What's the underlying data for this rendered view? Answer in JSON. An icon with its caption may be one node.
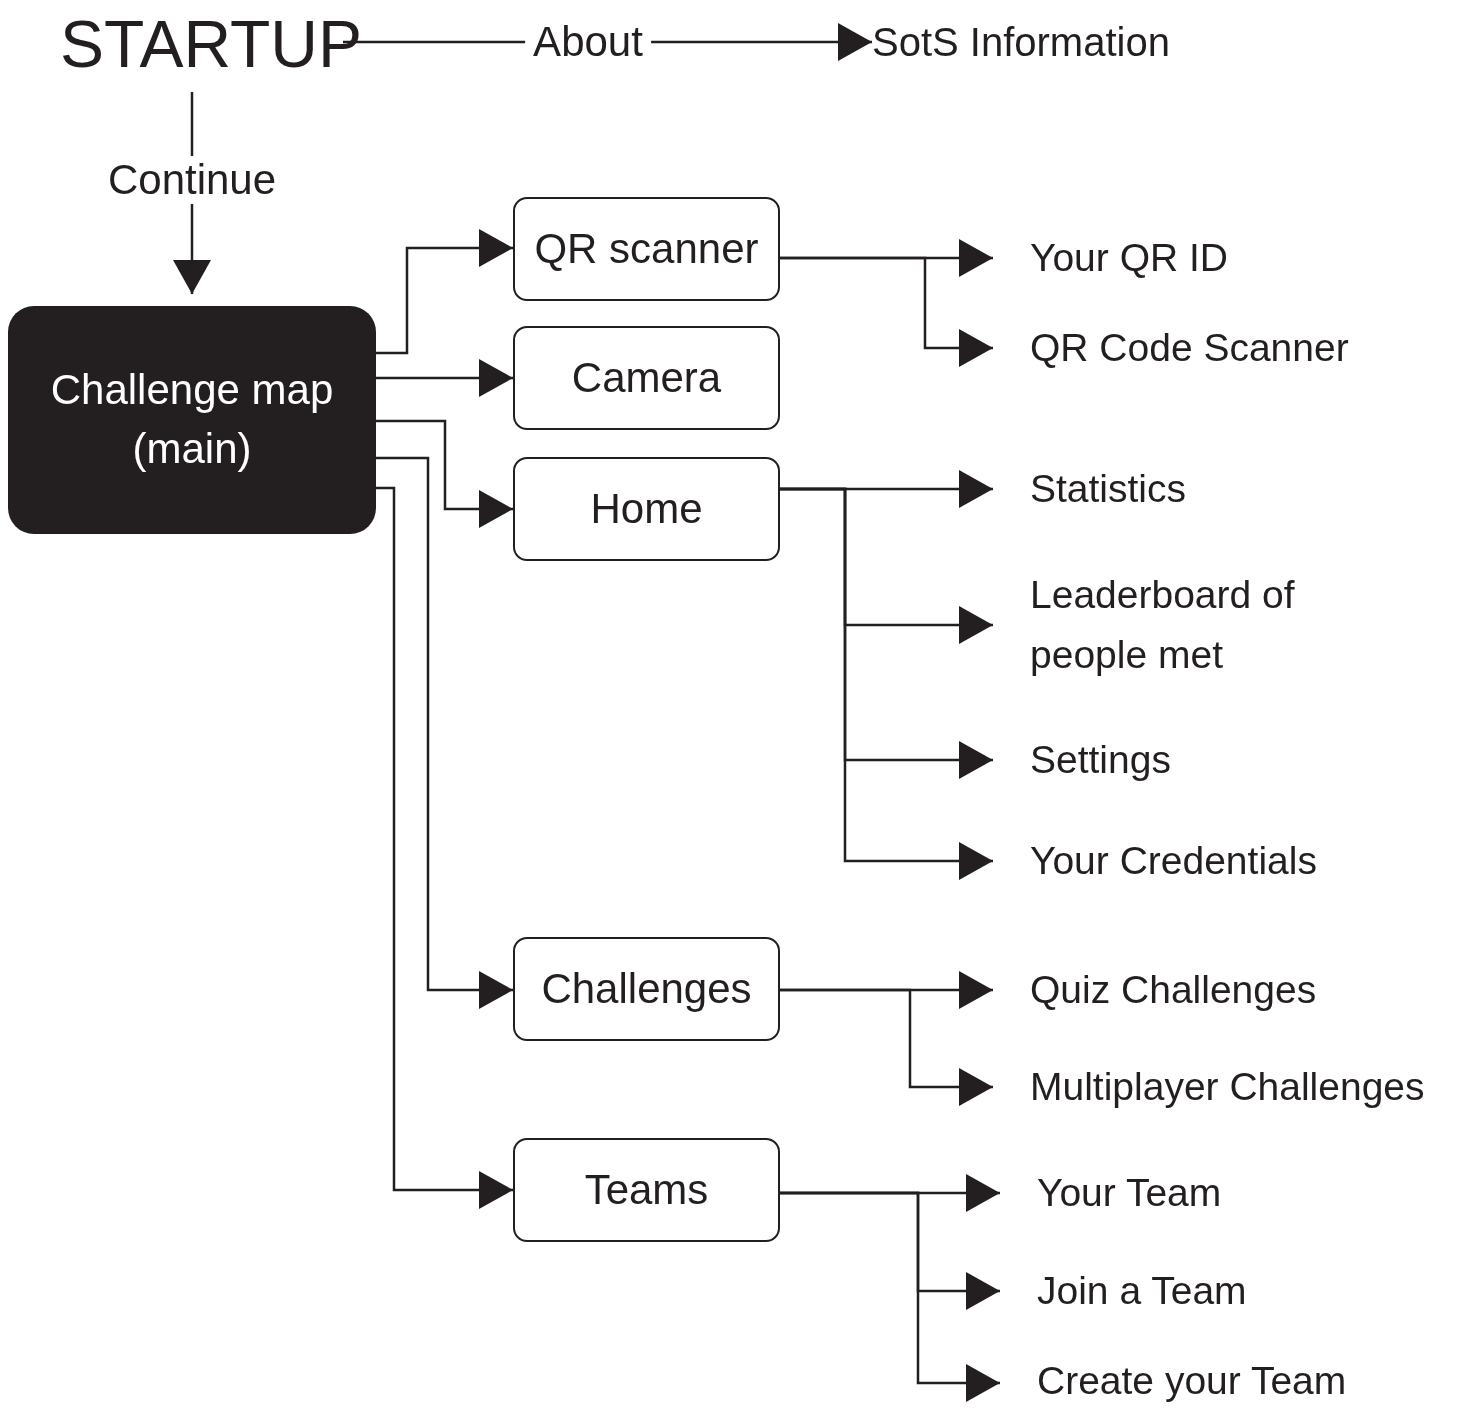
{
  "diagram": {
    "nodes": [
      {
        "text": [
          "STARTUP"
        ]
      },
      {
        "text": [
          "SotS Information"
        ]
      },
      {
        "text": [
          "Challenge map (main)"
        ]
      },
      {
        "text": [
          "QR scanner"
        ]
      },
      {
        "text": [
          "Camera"
        ]
      },
      {
        "text": [
          "Home"
        ]
      },
      {
        "text": [
          "Challenges"
        ]
      },
      {
        "text": [
          "Teams"
        ]
      },
      {
        "text": [
          "Your QR ID"
        ]
      },
      {
        "text": [
          "QR Code Scanner"
        ]
      },
      {
        "text": [
          "Statistics"
        ]
      },
      {
        "text": [
          "Leaderboard of people met"
        ]
      },
      {
        "text": [
          "Settings"
        ]
      },
      {
        "text": [
          "Your Credentials"
        ]
      },
      {
        "text": [
          "Quiz Challenges"
        ]
      },
      {
        "text": [
          "Multiplayer Challenges"
        ]
      },
      {
        "text": [
          "Your Team"
        ]
      },
      {
        "text": [
          "Join a Team"
        ]
      },
      {
        "text": [
          "Create your Team"
        ]
      }
    ],
    "edges": [
      {
        "from": 0,
        "to": 1,
        "arrow": "to",
        "label": "About"
      },
      {
        "from": 0,
        "to": 2,
        "arrow": "to",
        "label": "Continue"
      },
      {
        "from": 2,
        "to": 3,
        "arrow": "to"
      },
      {
        "from": 2,
        "to": 4,
        "arrow": "to"
      },
      {
        "from": 2,
        "to": 5,
        "arrow": "to"
      },
      {
        "from": 2,
        "to": 6,
        "arrow": "to"
      },
      {
        "from": 2,
        "to": 7,
        "arrow": "to"
      },
      {
        "from": 3,
        "to": 8,
        "arrow": "to"
      },
      {
        "from": 3,
        "to": 9,
        "arrow": "to"
      },
      {
        "from": 5,
        "to": 10,
        "arrow": "to"
      },
      {
        "from": 5,
        "to": 11,
        "arrow": "to"
      },
      {
        "from": 5,
        "to": 12,
        "arrow": "to"
      },
      {
        "from": 5,
        "to": 13,
        "arrow": "to"
      },
      {
        "from": 6,
        "to": 14,
        "arrow": "to"
      },
      {
        "from": 6,
        "to": 15,
        "arrow": "to"
      },
      {
        "from": 7,
        "to": 16,
        "arrow": "to"
      },
      {
        "from": 7,
        "to": 17,
        "arrow": "to"
      },
      {
        "from": 7,
        "to": 18,
        "arrow": "to"
      }
    ]
  }
}
